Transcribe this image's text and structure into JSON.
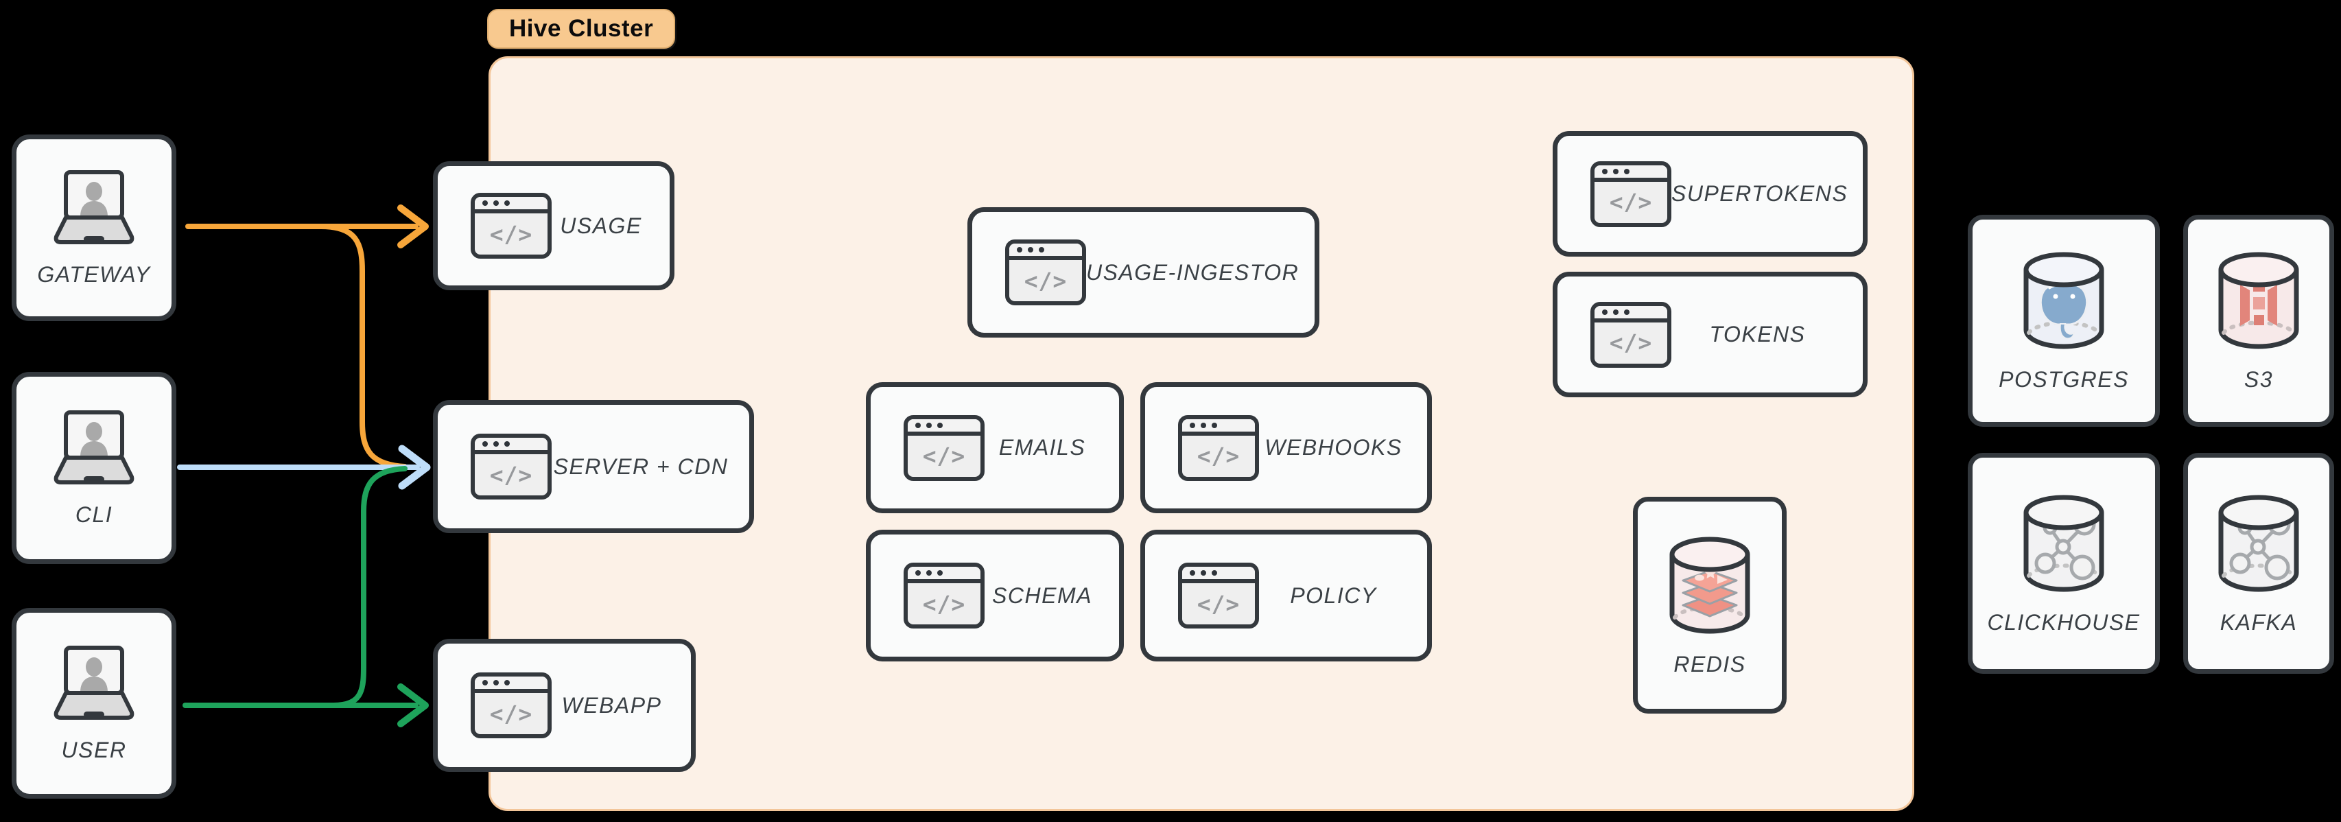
{
  "diagram": {
    "cluster": {
      "label": "Hive Cluster"
    },
    "clients": {
      "gateway": {
        "label": "GATEWAY"
      },
      "cli": {
        "label": "CLI"
      },
      "user": {
        "label": "USER"
      }
    },
    "services": {
      "usage": {
        "label": "USAGE"
      },
      "server_cdn": {
        "label": "SERVER + CDN"
      },
      "webapp": {
        "label": "WEBAPP"
      },
      "usage_ingestor": {
        "label": "USAGE-INGESTOR"
      },
      "emails": {
        "label": "EMAILS"
      },
      "webhooks": {
        "label": "WEBHOOKS"
      },
      "schema": {
        "label": "SCHEMA"
      },
      "policy": {
        "label": "POLICY"
      },
      "supertokens": {
        "label": "SUPERTOKENS"
      },
      "tokens": {
        "label": "TOKENS"
      }
    },
    "datastores": {
      "redis": {
        "label": "REDIS"
      },
      "postgres": {
        "label": "POSTGRES"
      },
      "s3": {
        "label": "S3"
      },
      "clickhouse": {
        "label": "CLICKHOUSE"
      },
      "kafka": {
        "label": "KAFKA"
      }
    },
    "edges": [
      {
        "from": "GATEWAY",
        "to": "USAGE",
        "color_key": "edge_orange"
      },
      {
        "from": "GATEWAY",
        "to": "SERVER + CDN",
        "color_key": "edge_orange"
      },
      {
        "from": "CLI",
        "to": "SERVER + CDN",
        "color_key": "edge_blue"
      },
      {
        "from": "USER",
        "to": "SERVER + CDN",
        "color_key": "edge_green"
      },
      {
        "from": "USER",
        "to": "WEBAPP",
        "color_key": "edge_green"
      }
    ],
    "glyphs": {
      "code": "</>"
    },
    "icons": {
      "client": "laptop-user-icon",
      "service": "code-window-icon",
      "datastore": "database-cylinder-icon"
    }
  },
  "colors": {
    "background": "#000000",
    "node_border": "#33383D",
    "node_fill": "#FAFBFB",
    "label_text": "#3A4045",
    "cluster_fill": "#FCF1E7",
    "cluster_border": "#F3C69A",
    "pill_fill": "#F8C98F",
    "pill_text": "#0B0B0C",
    "edge_orange": "#F7A63A",
    "edge_blue": "#BEDDF9",
    "edge_green": "#1EA35B",
    "code_gray": "#97999C",
    "postgres_blue": "#86AACD",
    "s3_red": "#E2857B",
    "redis_red": "#F29A8C",
    "molecule_gray": "#A6A9AC"
  }
}
